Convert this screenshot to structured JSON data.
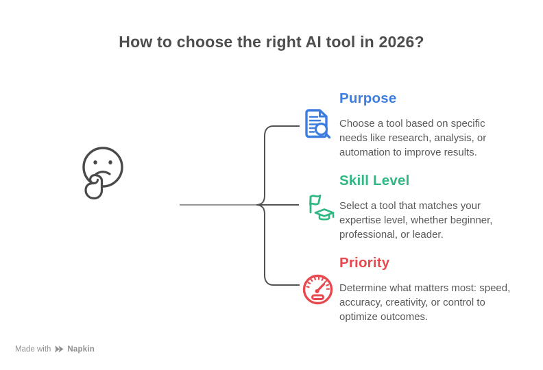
{
  "title": "How to choose the right AI tool in 2026?",
  "root": {
    "icon": "thinking-face-icon"
  },
  "branches": [
    {
      "label": "Purpose",
      "color": "#3E7DE0",
      "icon": "document-search-icon",
      "description": "Choose a tool based on specific needs like research, analysis, or automation to improve results."
    },
    {
      "label": "Skill Level",
      "color": "#2FB882",
      "icon": "flag-graduation-cap-icon",
      "description": "Select a tool that matches your expertise level, whether beginner, professional, or leader."
    },
    {
      "label": "Priority",
      "color": "#E8494F",
      "icon": "speedometer-icon",
      "description": "Determine what matters most: speed, accuracy, creativity, or control to optimize outcomes."
    }
  ],
  "footer": {
    "made_with": "Made with",
    "brand": "Napkin"
  },
  "colors": {
    "title_gray": "#4D4D4D",
    "body_gray": "#595959",
    "face_gray": "#4A4A4A",
    "stem_gray": "#999999",
    "branch_line_gray": "#515151",
    "badge_gray": "#8E8E8E",
    "purpose_blue": "#3E7DE0",
    "skill_green": "#2FB882",
    "priority_red": "#E8494F"
  }
}
